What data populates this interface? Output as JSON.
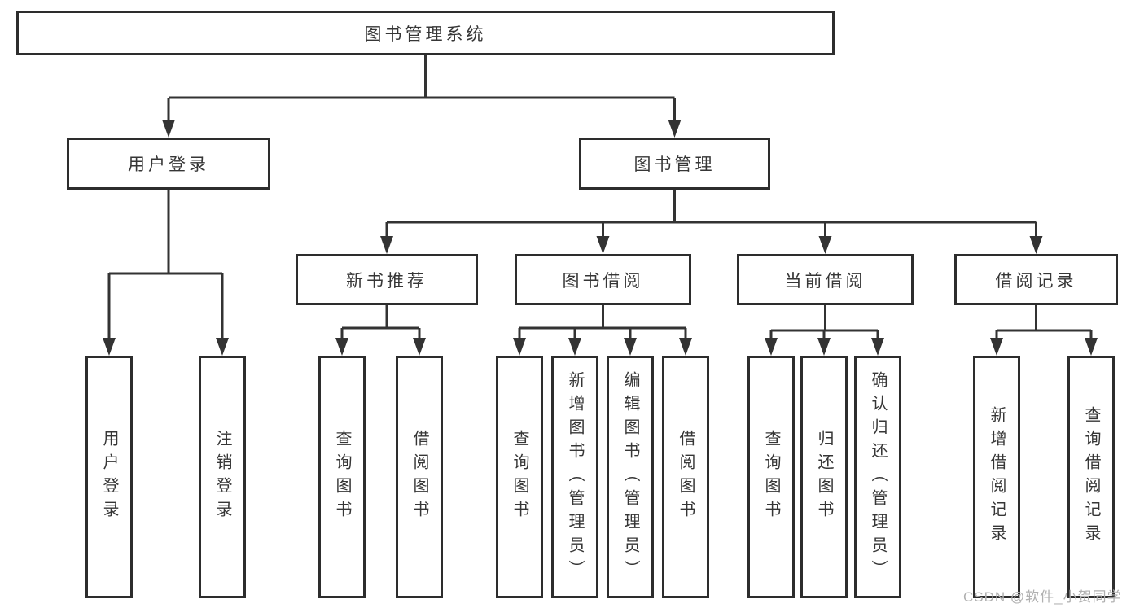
{
  "diagram": {
    "root": {
      "label": "图书管理系统",
      "children": [
        {
          "label": "用户登录",
          "children": [
            {
              "label": "用户登录"
            },
            {
              "label": "注销登录"
            }
          ]
        },
        {
          "label": "图书管理",
          "children": [
            {
              "label": "新书推荐",
              "children": [
                {
                  "label": "查询图书"
                },
                {
                  "label": "借阅图书"
                }
              ]
            },
            {
              "label": "图书借阅",
              "children": [
                {
                  "label": "查询图书"
                },
                {
                  "label": "新增图书（管理员）"
                },
                {
                  "label": "编辑图书（管理员）"
                },
                {
                  "label": "借阅图书"
                }
              ]
            },
            {
              "label": "当前借阅",
              "children": [
                {
                  "label": "查询图书"
                },
                {
                  "label": "归还图书"
                },
                {
                  "label": "确认归还（管理员）"
                }
              ]
            },
            {
              "label": "借阅记录",
              "children": [
                {
                  "label": "新增借阅记录"
                },
                {
                  "label": "查询借阅记录"
                }
              ]
            }
          ]
        }
      ]
    }
  },
  "watermark": {
    "text": "CSDN @软件_小贺同学"
  },
  "colors": {
    "line": "#333333",
    "box_border": "#2d2d2d",
    "text": "#363636",
    "watermark": "#b0b0b0",
    "background": "#ffffff"
  }
}
